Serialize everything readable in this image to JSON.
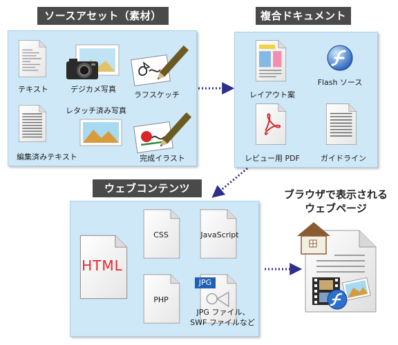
{
  "sources": {
    "title": "ソースアセット（素材）",
    "items": {
      "text": "テキスト",
      "camera_photo": "デジカメ写真",
      "rough_sketch": "ラフスケッチ",
      "retouched_photo": "レタッチ済み写真",
      "edited_text": "編集済みテキスト",
      "finished_illustration": "完成イラスト"
    }
  },
  "composite": {
    "title": "複合ドキュメント",
    "items": {
      "layout_draft": "レイアウト案",
      "flash_source": "Flash ソース",
      "review_pdf": "レビュー用 PDF",
      "guideline": "ガイドライン"
    }
  },
  "web": {
    "title": "ウェブコンテンツ",
    "items": {
      "html": "HTML",
      "css": "CSS",
      "javascript": "JavaScript",
      "php": "PHP",
      "jpg_badge": "JPG",
      "files_line1": "JPG ファイル、",
      "files_line2": "SWF ファイルなど"
    }
  },
  "browser": {
    "headline_line1": "ブラウザで表示される",
    "headline_line2": "ウェブページ"
  },
  "colors": {
    "panel": "#cfe8f8",
    "tag": "#4a4a4a",
    "arrow": "#2e2e8c",
    "html_text": "#e8262a"
  }
}
